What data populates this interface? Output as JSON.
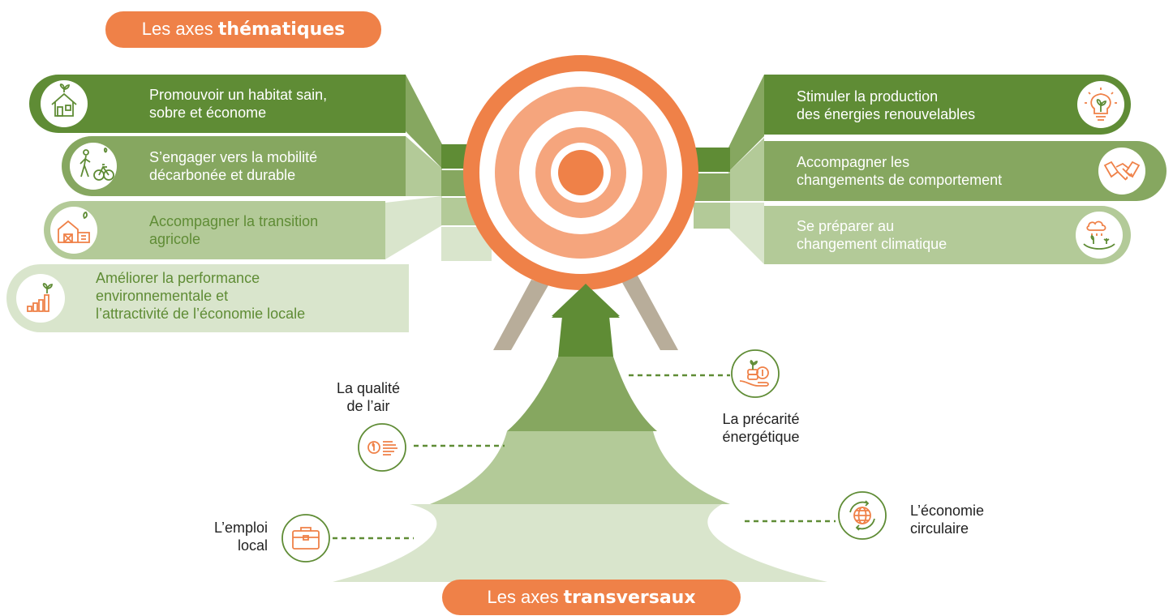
{
  "header_pill": {
    "prefix": "Les axes ",
    "bold": "thématiques"
  },
  "footer_pill": {
    "prefix": "Les axes ",
    "bold": "transversaux"
  },
  "colors": {
    "accent": "#ef8148",
    "target_light": "#f5a57d",
    "green_dark": "#5f8c35",
    "green_mid": "#86a760",
    "green_light": "#b3ca98",
    "green_pale": "#d9e5cc",
    "stand": "#b8ad9a"
  },
  "left_axes": [
    {
      "line1": "Promouvoir un habitat sain,",
      "line2": "sobre et économe",
      "icon": "house-leaf-icon"
    },
    {
      "line1": "S’engager vers la mobilité",
      "line2": "décarbonée et durable",
      "icon": "pedestrian-bike-icon"
    },
    {
      "line1": "Accompagner la transition",
      "line2": "agricole",
      "icon": "farm-icon"
    },
    {
      "line1": "Améliorer la performance",
      "line2": "environnementale et",
      "line3": "l’attractivité de l’économie locale",
      "icon": "growth-chart-icon"
    }
  ],
  "right_axes": [
    {
      "line1": "Stimuler la production",
      "line2": "des énergies renouvelables",
      "icon": "lightbulb-leaf-icon"
    },
    {
      "line1": "Accompagner les",
      "line2": "changements de comportement",
      "icon": "handshake-icon"
    },
    {
      "line1": "Se préparer au",
      "line2": "changement climatique",
      "icon": "climate-icon"
    }
  ],
  "transversal_axes": [
    {
      "line1": "La qualité",
      "line2": "de l’air",
      "icon": "wind-leaf-icon"
    },
    {
      "line1": "La précarité",
      "line2": "énergétique",
      "icon": "hand-coins-icon"
    },
    {
      "line1": "L’emploi",
      "line2": "local",
      "icon": "briefcase-icon"
    },
    {
      "line1": "L’économie",
      "line2": "circulaire",
      "icon": "circular-globe-icon"
    }
  ]
}
